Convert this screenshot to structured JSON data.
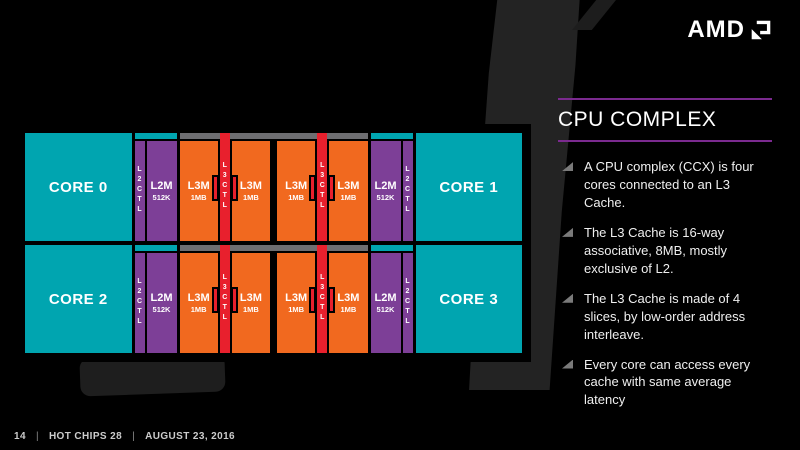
{
  "colors": {
    "teal": "#00a5b0",
    "purple": "#7d3f97",
    "orange": "#f1691f",
    "red": "#e8202d",
    "graybar": "#6e6e71",
    "accent": "#7b2a8f",
    "smoke": "#232323"
  },
  "logo": {
    "text": "AMD"
  },
  "panel": {
    "title": "CPU COMPLEX",
    "bullets": [
      "A CPU complex (CCX) is four cores connected to an L3 Cache.",
      "The L3 Cache is 16-way associative, 8MB, mostly exclusive of L2.",
      "The L3 Cache is made of 4 slices, by low-order address interleave.",
      "Every core can access every cache with same average latency"
    ]
  },
  "diagram": {
    "cores": [
      "CORE 0",
      "CORE 1",
      "CORE 2",
      "CORE 3"
    ],
    "labels": {
      "l2ctl": "L2CTL",
      "l3ctl": "L3CTL",
      "l2m_name": "L2M",
      "l2m_size": "512K",
      "l3m_name": "L3M",
      "l3m_size": "1MB"
    }
  },
  "footer": {
    "page_number": "14",
    "separator": "|",
    "event": "HOT CHIPS 28",
    "date": "AUGUST 23, 2016"
  }
}
